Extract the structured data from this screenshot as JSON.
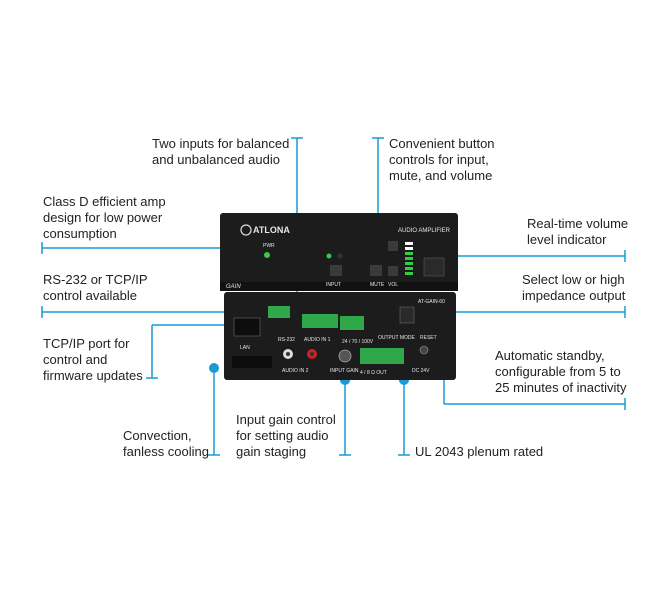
{
  "callouts": {
    "inputs": [
      "Two inputs for balanced",
      "and unbalanced audio"
    ],
    "buttons": [
      "Convenient button",
      "controls for input,",
      "mute, and volume"
    ],
    "classd": [
      "Class D efficient amp",
      "design for low power",
      "consumption"
    ],
    "volume": [
      "Real-time volume",
      "level indicator"
    ],
    "rs232": [
      "RS-232 or TCP/IP",
      "control available"
    ],
    "impedance": [
      "Select low or high",
      "impedance output"
    ],
    "tcpip": [
      "TCP/IP port for",
      "control and",
      "firmware updates"
    ],
    "standby": [
      "Automatic standby,",
      "configurable from 5 to",
      "25 minutes of inactivity"
    ],
    "cooling": [
      "Convection,",
      "fanless cooling"
    ],
    "gain": [
      "Input gain control",
      "for setting audio",
      "gain staging"
    ],
    "ul": [
      "UL 2043 plenum rated"
    ]
  },
  "device": {
    "brand": "ATLONA",
    "title": "AUDIO AMPLIFIER",
    "pwr": "PWR",
    "input": "INPUT",
    "mute": "MUTE",
    "vol": "VOL",
    "gain_logo": "GAIN",
    "rear": {
      "model": "AT-GAIN-60",
      "rs232": "RS-232",
      "lan": "LAN",
      "audio_in_1": "AUDIO IN 1",
      "audio_in_2": "AUDIO IN 2",
      "input_gain": "INPUT GAIN",
      "output_mode": "OUTPUT MODE",
      "reset": "RESET",
      "dc": "DC 24V",
      "speaker": "4 / 8 Ω OUT",
      "impedance": "24 / 70 / 100V"
    }
  },
  "colors": {
    "accent": "#1a9ad6",
    "led": "#33cc44",
    "device": "#1c1c1c"
  }
}
